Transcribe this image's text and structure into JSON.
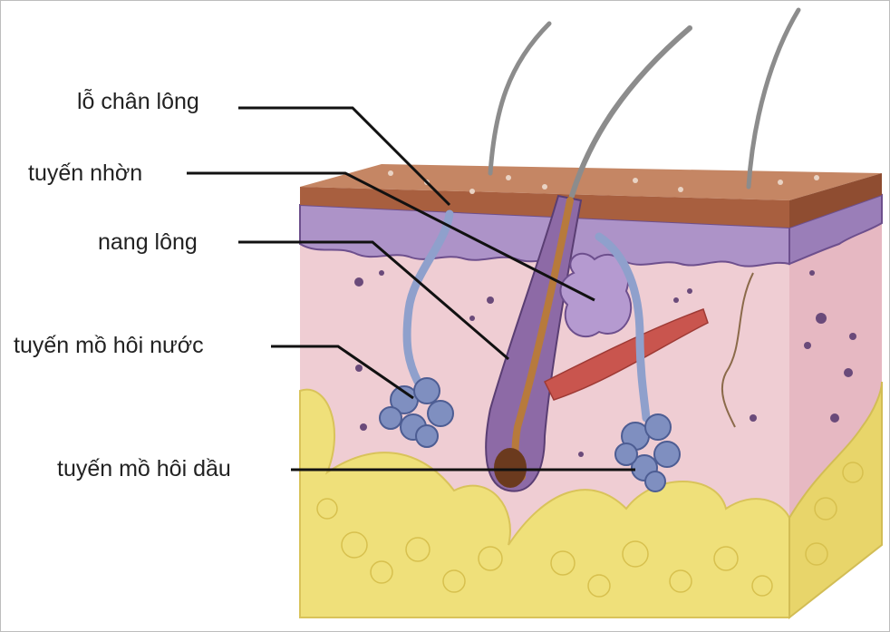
{
  "labels": {
    "pore": "lỗ chân lông",
    "sebaceous_gland": "tuyến nhờn",
    "hair_follicle": "nang lông",
    "eccrine_sweat_gland": "tuyến mồ hôi nước",
    "apocrine_sweat_gland": "tuyến mồ hôi dầu"
  },
  "colors": {
    "epidermis": "#b8714f",
    "epidermis_side": "#9b5a3b",
    "basal_layer": "#a98bc2",
    "dermis": "#efcdd3",
    "dermis_side": "#e3b6c0",
    "fat": "#efe07a",
    "muscle": "#c9554e",
    "gland": "#7f8fc0",
    "leader_line": "#111111"
  }
}
